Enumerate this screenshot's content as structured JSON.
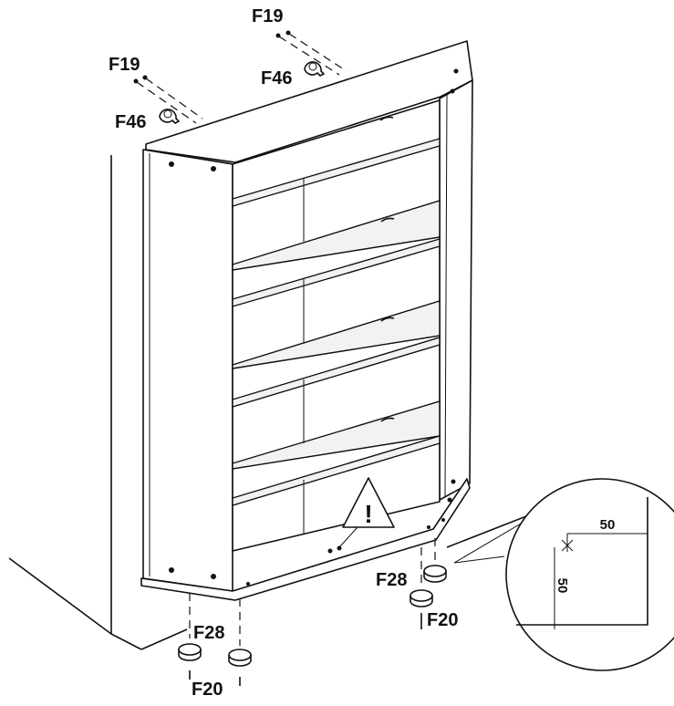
{
  "labels": {
    "hardware_top_left_screw": "F19",
    "hardware_top_left_bracket": "F46",
    "hardware_top_right_screw": "F19",
    "hardware_top_right_bracket": "F46",
    "hardware_bottom_left_glide": "F28",
    "hardware_bottom_left_screw": "F20",
    "hardware_bottom_right_glide": "F28",
    "hardware_bottom_right_screw": "F20"
  },
  "detail": {
    "dim_horizontal": "50",
    "dim_vertical": "50"
  },
  "warning": {
    "symbol": "!"
  }
}
